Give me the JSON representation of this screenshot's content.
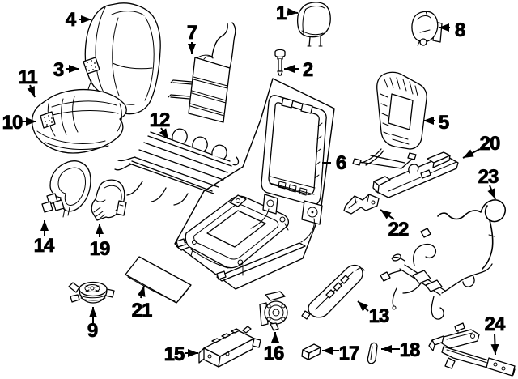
{
  "figure": {
    "type": "exploded-parts-diagram",
    "background_color": "#ffffff",
    "line_color": "#000000",
    "callouts": [
      {
        "number": "1"
      },
      {
        "number": "2"
      },
      {
        "number": "3"
      },
      {
        "number": "4"
      },
      {
        "number": "5"
      },
      {
        "number": "6"
      },
      {
        "number": "7"
      },
      {
        "number": "8"
      },
      {
        "number": "9"
      },
      {
        "number": "10"
      },
      {
        "number": "11"
      },
      {
        "number": "12"
      },
      {
        "number": "13"
      },
      {
        "number": "14"
      },
      {
        "number": "15"
      },
      {
        "number": "16"
      },
      {
        "number": "17"
      },
      {
        "number": "18"
      },
      {
        "number": "19"
      },
      {
        "number": "20"
      },
      {
        "number": "21"
      },
      {
        "number": "22"
      },
      {
        "number": "23"
      },
      {
        "number": "24"
      }
    ]
  }
}
